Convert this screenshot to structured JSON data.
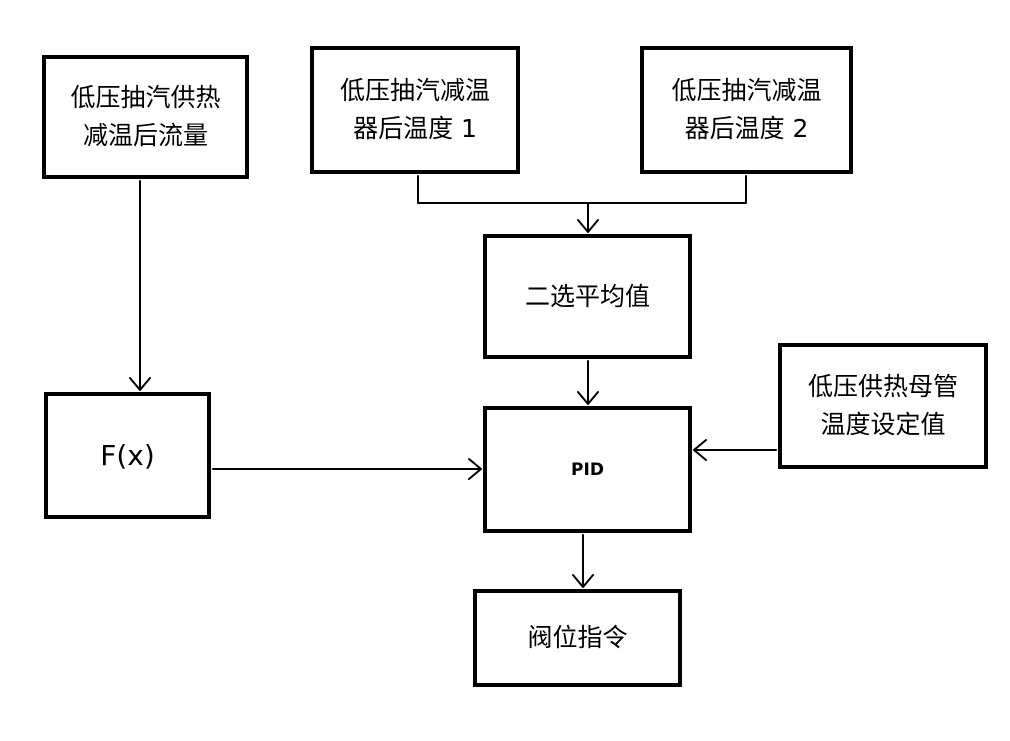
{
  "diagram": {
    "nodes": {
      "flow": {
        "label": "低压抽汽供热\n减温后流量"
      },
      "temp1": {
        "label": "低压抽汽减温\n器后温度 1"
      },
      "temp2": {
        "label": "低压抽汽减温\n器后温度 2"
      },
      "avg": {
        "label": "二选平均值"
      },
      "fx": {
        "label": "F(x)"
      },
      "pid": {
        "label": "PID"
      },
      "setpoint": {
        "label": "低压供热母管\n温度设定值"
      },
      "valve": {
        "label": "阀位指令"
      }
    }
  }
}
